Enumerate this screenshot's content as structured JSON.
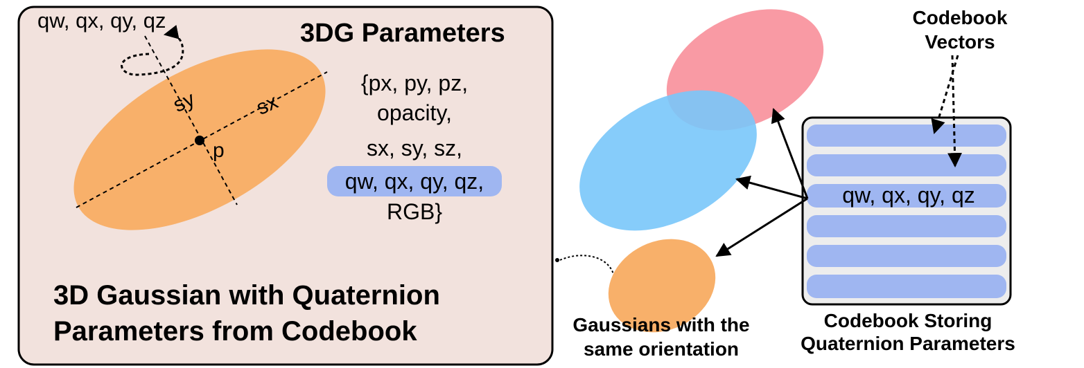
{
  "left_panel": {
    "title": "3DG Parameters",
    "caption_line1": "3D Gaussian with Quaternion",
    "caption_line2": "Parameters from Codebook",
    "rotation_label": "qw, qx, qy, qz",
    "axis_sy_label": "sy",
    "axis_sx_label": "sx",
    "center_label": "p",
    "param_lines": [
      "{px, py, pz,",
      "opacity,",
      "sx, sy, sz,",
      "qw, qx, qy, qz,",
      "RGB}"
    ]
  },
  "right_panel": {
    "codebook_vectors_label_line1": "Codebook",
    "codebook_vectors_label_line2": "Vectors",
    "codebook_entry_label": "qw, qx, qy, qz",
    "codebook_caption_line1": "Codebook Storing",
    "codebook_caption_line2": "Quaternion Parameters",
    "gaussians_caption_line1": "Gaussians with the",
    "gaussians_caption_line2": "same orientation"
  },
  "colors": {
    "panel_bg": "#f2e2dd",
    "orange": "#f8b06a",
    "blue_ellipse": "#79c6fa",
    "pink_ellipse": "#f99aa4",
    "codebook_bar": "#9fb6f1",
    "highlight": "#9fb6f1",
    "stroke": "#000000"
  }
}
